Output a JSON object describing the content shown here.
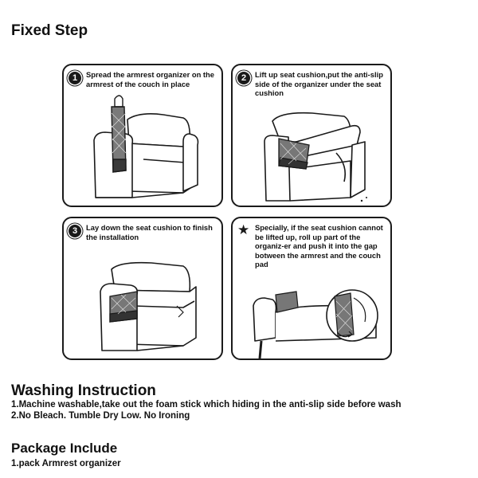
{
  "fixed_step": {
    "title": "Fixed Step",
    "steps": [
      {
        "badge": "1",
        "text": "Spread the armrest organizer on the armrest of the couch in place"
      },
      {
        "badge": "2",
        "text": "Lift up seat cushion,put the anti-slip side of the organizer under the seat cushion"
      },
      {
        "badge": "3",
        "text": "Lay down the seat cushion to finish the installation"
      },
      {
        "badge": "star-icon",
        "text": "Specially, if the seat cushion cannot be lifted up, roll up part of the organiz-er and push it into the gap botween the armrest and the couch pad"
      }
    ]
  },
  "washing": {
    "title": "Washing Instruction",
    "lines": [
      "1.Machine washable,take out the foam stick which hiding in the anti-slip side before wash",
      "2.No Bleach. Tumble Dry Low. No Ironing"
    ]
  },
  "package": {
    "title": "Package Include",
    "lines": [
      "1.pack Armrest organizer"
    ]
  }
}
